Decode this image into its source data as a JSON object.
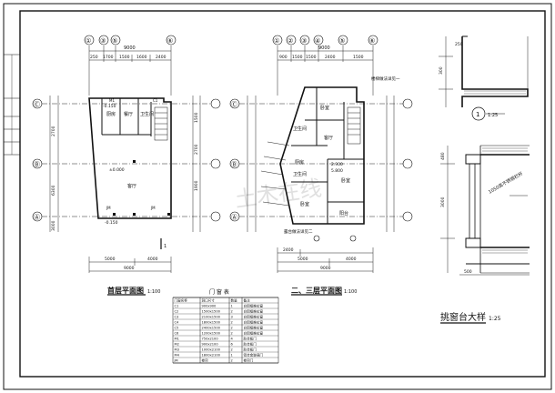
{
  "sheet": {
    "title_block_cells": [
      "",
      "",
      "",
      "",
      "",
      ""
    ]
  },
  "ground_floor": {
    "title": "首层平面图",
    "scale": "1:100",
    "top_axes": [
      "①",
      "③",
      "⑤",
      "⑥"
    ],
    "top_dims_total": "9000",
    "top_dims_segments": [
      "250",
      "1700",
      "1500",
      "1600",
      "2400"
    ],
    "side_axes": [
      "Ⓒ",
      "Ⓑ",
      "Ⓐ"
    ],
    "left_dims": [
      "2700",
      "6300",
      "3000"
    ],
    "right_dims": [
      "1500",
      "2700",
      "1900"
    ],
    "rooms": [
      "厨房",
      "餐厅",
      "卫生间",
      "楼梯间",
      "客厅"
    ],
    "levels": [
      "-0.150",
      "±0.000",
      "-0.150"
    ],
    "windows": [
      "M1",
      "C1",
      "JM",
      "JM",
      "JM"
    ],
    "bottom_dims": [
      "5000",
      "4000",
      "9000"
    ],
    "section_mark": "1"
  },
  "upper_floor": {
    "title": "二、三层平面图",
    "scale": "1:100",
    "top_axes": [
      "①",
      "②",
      "③",
      "④",
      "⑤",
      "⑥"
    ],
    "top_dims_total": "9000",
    "top_dims_segments": [
      "900",
      "1500",
      "1500",
      "2400",
      "1500"
    ],
    "side_axes": [
      "Ⓒ",
      "Ⓑ",
      "Ⓐ"
    ],
    "rooms": [
      "卧室",
      "卫生间",
      "客厅",
      "厨房",
      "卧室",
      "卧室",
      "阳台",
      "卫生间",
      "楼梯"
    ],
    "levels": [
      "2.900",
      "5.800"
    ],
    "notes": [
      "楼梯做法详见一",
      "露台做法详见二"
    ],
    "bottom_dims": [
      "2400",
      "5000",
      "4000",
      "9000"
    ]
  },
  "detail": {
    "title": "挑窗台大样",
    "scale": "1:25",
    "callout_number": "1",
    "callout_scale": "1:25",
    "dims": [
      "250",
      "300",
      "480",
      "1050",
      "3000",
      "500"
    ],
    "note": "1050高不锈钢栏杆"
  },
  "door_window_schedule": {
    "title": "门 窗 表",
    "headers": [
      "门窗名称",
      "洞口尺寸",
      "数量",
      "备注"
    ],
    "rows": [
      [
        "C1",
        "900x900",
        "1",
        "白铝框推拉窗"
      ],
      [
        "C2",
        "1500x1500",
        "2",
        "白铝框推拉窗"
      ],
      [
        "C3",
        "2100x1500",
        "3",
        "白铝框推拉窗"
      ],
      [
        "C4",
        "1800x1500",
        "2",
        "白铝框推拉窗"
      ],
      [
        "C5",
        "2400x1500",
        "2",
        "白铝框推拉窗"
      ],
      [
        "C6",
        "1200x1500",
        "2",
        "白铝框推拉窗"
      ],
      [
        "M1",
        "750x2100",
        "4",
        "胶合板门"
      ],
      [
        "M2",
        "900x2100",
        "6",
        "胶合板门"
      ],
      [
        "M3",
        "1000x2100",
        "2",
        "胶合板门"
      ],
      [
        "M4",
        "1800x2100",
        "1",
        "铝合金玻璃门"
      ],
      [
        "JM",
        "卷帘",
        "2",
        "卷帘门"
      ]
    ]
  },
  "watermark": "土木在线"
}
